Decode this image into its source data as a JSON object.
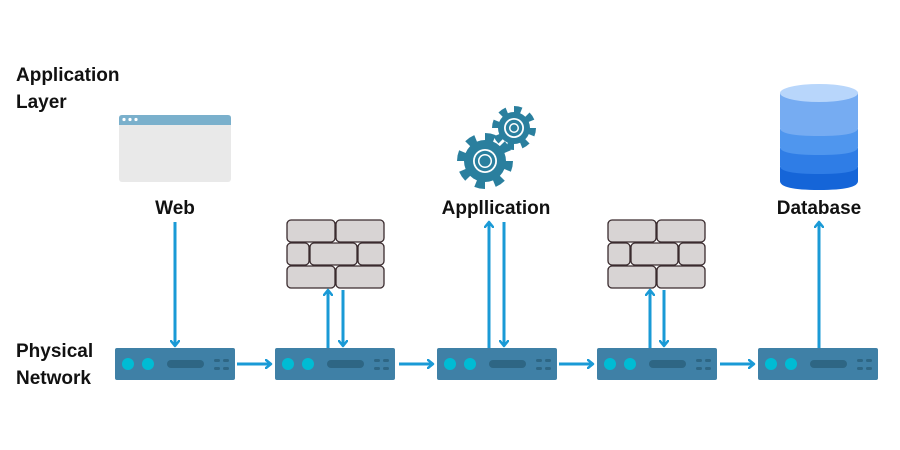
{
  "layers": {
    "application": [
      "Application",
      "Layer"
    ],
    "physical": [
      "Physical",
      "Network"
    ]
  },
  "nodes": {
    "web": {
      "label": "Web",
      "icon": "browser-window-icon"
    },
    "application": {
      "label": "Appllication",
      "icon": "gears-icon"
    },
    "database": {
      "label": "Database",
      "icon": "database-icon"
    }
  },
  "firewalls": [
    {
      "icon": "firewall-brick-icon"
    },
    {
      "icon": "firewall-brick-icon"
    }
  ],
  "servers": [
    {
      "icon": "server-icon"
    },
    {
      "icon": "server-icon"
    },
    {
      "icon": "server-icon"
    },
    {
      "icon": "server-icon"
    },
    {
      "icon": "server-icon"
    }
  ],
  "colors": {
    "arrow": "#1a9ad6",
    "server": "#3f80a6",
    "server_led": "#00bcd4",
    "server_slot": "#2e6684",
    "gear": "#2a7f9e",
    "brick_fill": "#d8d4d4",
    "brick_stroke": "#3a2b2e",
    "browser_bar": "#7ab0cc",
    "browser_body": "#e9e9e9"
  }
}
